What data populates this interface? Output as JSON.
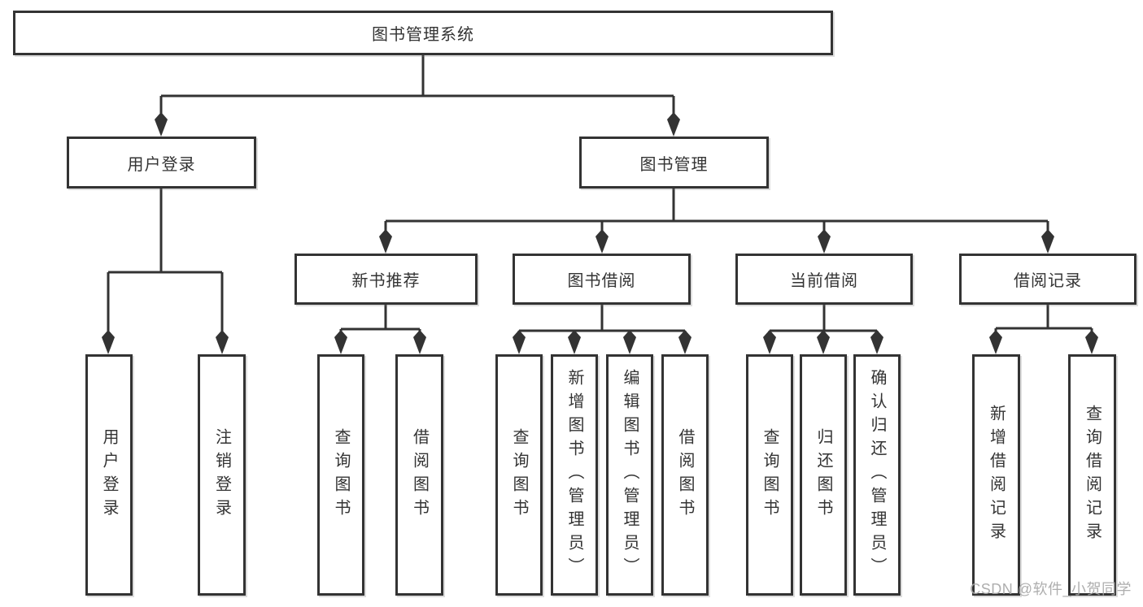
{
  "tree": {
    "root": {
      "label": "图书管理系统",
      "children": [
        {
          "label": "用户登录",
          "children": [
            {
              "label": "用户登录"
            },
            {
              "label": "注销登录"
            }
          ]
        },
        {
          "label": "图书管理",
          "children": [
            {
              "label": "新书推荐",
              "children": [
                {
                  "label": "查询图书"
                },
                {
                  "label": "借阅图书"
                }
              ]
            },
            {
              "label": "图书借阅",
              "children": [
                {
                  "label": "查询图书"
                },
                {
                  "label": "新增图书（管理员）"
                },
                {
                  "label": "编辑图书（管理员）"
                },
                {
                  "label": "借阅图书"
                }
              ]
            },
            {
              "label": "当前借阅",
              "children": [
                {
                  "label": "查询图书"
                },
                {
                  "label": "归还图书"
                },
                {
                  "label": "确认归还（管理员）"
                }
              ]
            },
            {
              "label": "借阅记录",
              "children": [
                {
                  "label": "新增借阅记录"
                },
                {
                  "label": "查询借阅记录"
                }
              ]
            }
          ]
        }
      ]
    }
  },
  "watermark": {
    "text": "CSDN @软件_小贺同学"
  },
  "colors": {
    "line": "#333333",
    "text": "#333333",
    "box_background": "#ffffff",
    "page_background": "#ffffff",
    "watermark": "#a6a6a6"
  }
}
